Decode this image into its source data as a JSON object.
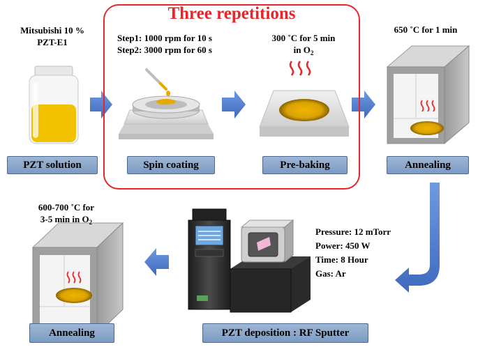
{
  "repetition_frame": {
    "title": "Three repetitions",
    "color": "#e8262a"
  },
  "steps": {
    "pzt_solution": {
      "label": "PZT solution",
      "note_line1": "Mitsubishi 10 %",
      "note_line2": "PZT-E1"
    },
    "spin_coating": {
      "label": "Spin coating",
      "note_line1": "Step1: 1000 rpm for 10 s",
      "note_line2": "Step2: 3000 rpm for 60 s"
    },
    "pre_baking": {
      "label": "Pre-baking",
      "note_line1": "300 ˚C for 5 min",
      "note_line2_prefix": "in O",
      "note_line2_sub": "2"
    },
    "annealing_1": {
      "label": "Annealing",
      "note": "650 ˚C for 1 min"
    },
    "rf_sputter": {
      "label": "PZT deposition : RF Sputter",
      "params": [
        "Pressure: 12 mTorr",
        "Power: 450 W",
        "Time: 8 Hour",
        "Gas: Ar"
      ]
    },
    "annealing_2": {
      "label": "Annealing",
      "note_line1": "600-700 ˚C for",
      "note_line2_prefix": "3-5 min in O",
      "note_line2_sub": "2"
    }
  },
  "colors": {
    "label_fill": "#8aa7cc",
    "arrow": "#4a76c8",
    "solution": "#f2c200",
    "film": "#c99700",
    "heat_lines": "#e8262a",
    "equipment": "#2f2f2f"
  }
}
